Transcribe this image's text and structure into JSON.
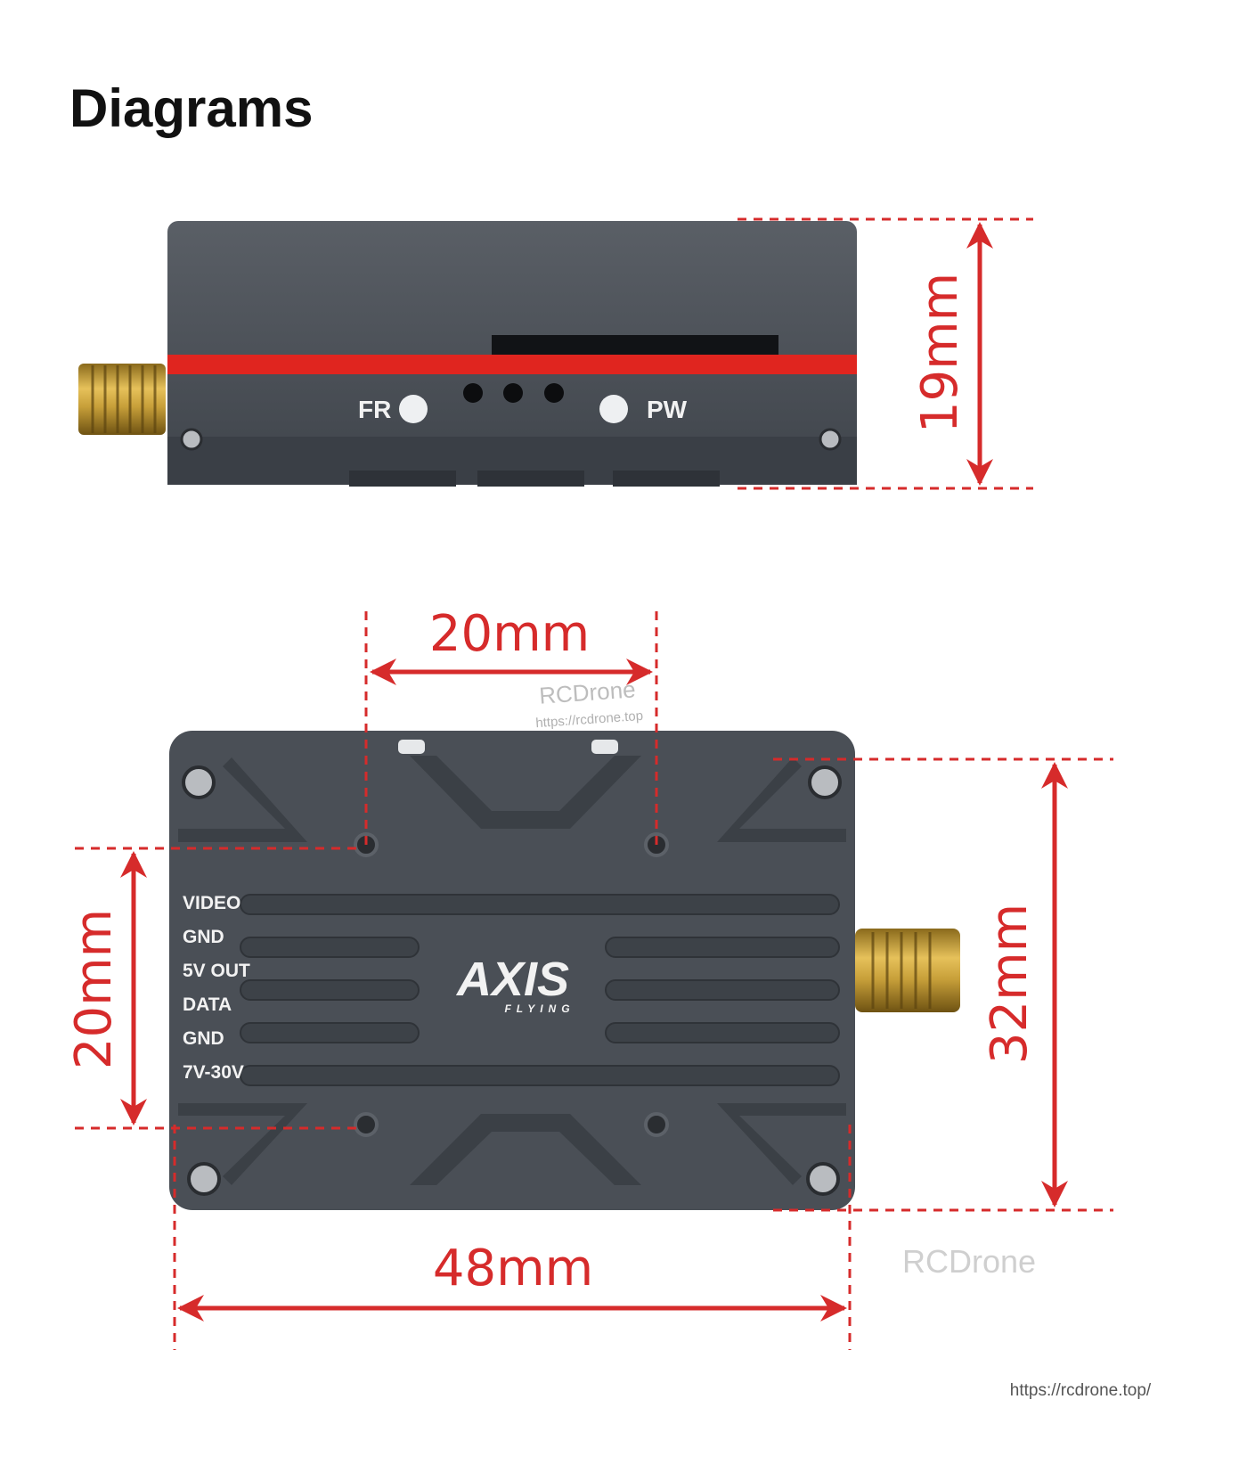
{
  "title": "Diagrams",
  "colors": {
    "accent": "#d62b2b",
    "body": "#4a4f56",
    "stripe": "#e0251f",
    "brass": "#c8a03a"
  },
  "side_view": {
    "led_left": "FR",
    "led_right": "PW",
    "height_dim": "19mm"
  },
  "top_view": {
    "hole_spacing_dim": "20mm",
    "hole_vertical_dim": "20mm",
    "width_dim": "48mm",
    "height_dim": "32mm",
    "pins": [
      "VIDEO",
      "GND",
      "5V OUT",
      "DATA",
      "GND",
      "7V-30V"
    ],
    "logo_text": "AXIS",
    "logo_sub": "FLYING"
  },
  "watermarks": {
    "brand_center": "RCDrone",
    "url_center": "https://rcdrone.top",
    "brand_right": "RCDrone",
    "url_footer": "https://rcdrone.top/"
  }
}
